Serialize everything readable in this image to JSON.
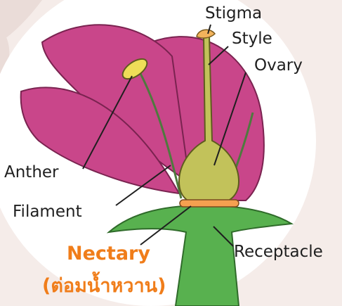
{
  "labels": {
    "stigma": "Stigma",
    "style": "Style",
    "ovary": "Ovary",
    "anther": "Anther",
    "filament": "Filament",
    "receptacle": "Receptacle",
    "nectary": "Nectary",
    "nectary_thai": "(ต่อมน้ำหวาน)"
  },
  "colors": {
    "background": "#f5ece9",
    "circle": "#ffffff",
    "petal": "#c9468a",
    "petal_outline": "#7a2350",
    "pistil": "#c2c25a",
    "pistil_outline": "#5e5b1e",
    "sepal": "#58b14f",
    "anther": "#eedd58",
    "stigma": "#f2b35c",
    "nectary": "#f5a050",
    "highlight_text": "#f07d1a",
    "leader_line": "#1f1f1f"
  }
}
